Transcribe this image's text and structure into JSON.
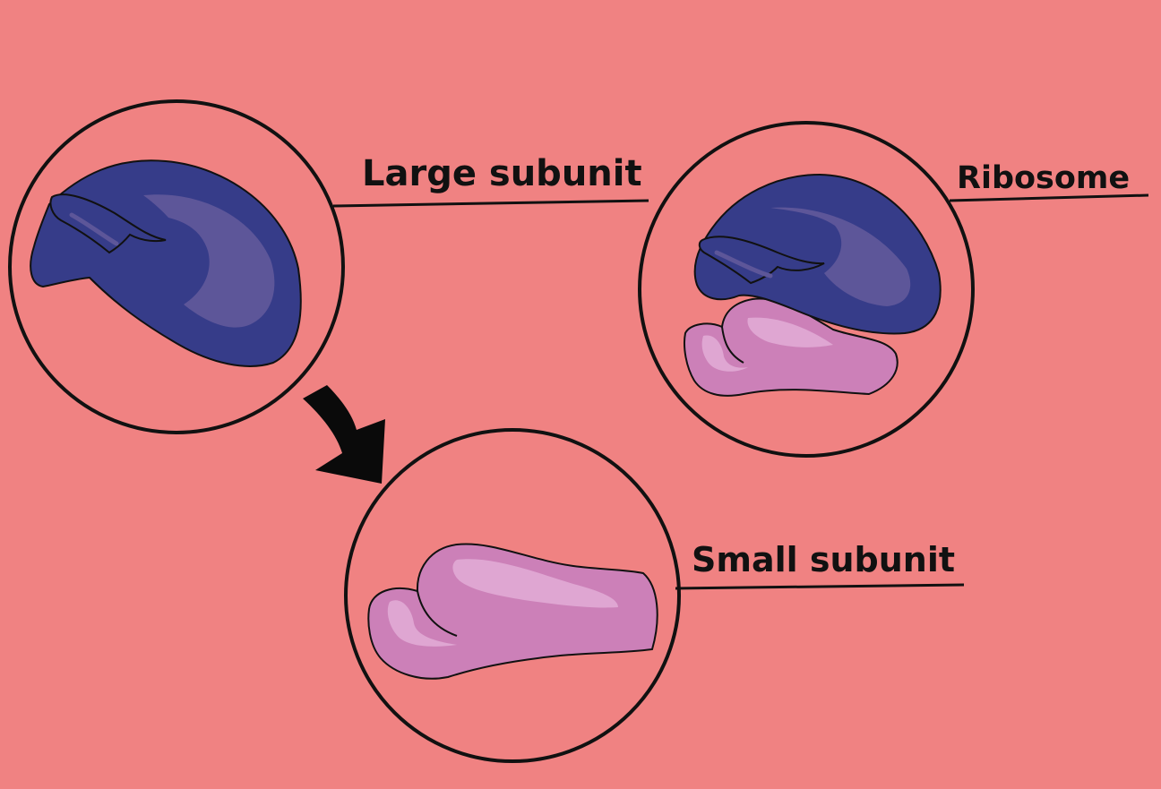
{
  "labels": {
    "large_subunit": "Large subunit",
    "ribosome": "Ribosome",
    "small_subunit": "Small subunit"
  },
  "colors": {
    "background": "#f08282",
    "large_subunit_fill": "#363c89",
    "large_subunit_highlight": "#5d5699",
    "small_subunit_fill": "#cc80b8",
    "small_subunit_highlight": "#dfa6d2",
    "outline": "#111111"
  }
}
